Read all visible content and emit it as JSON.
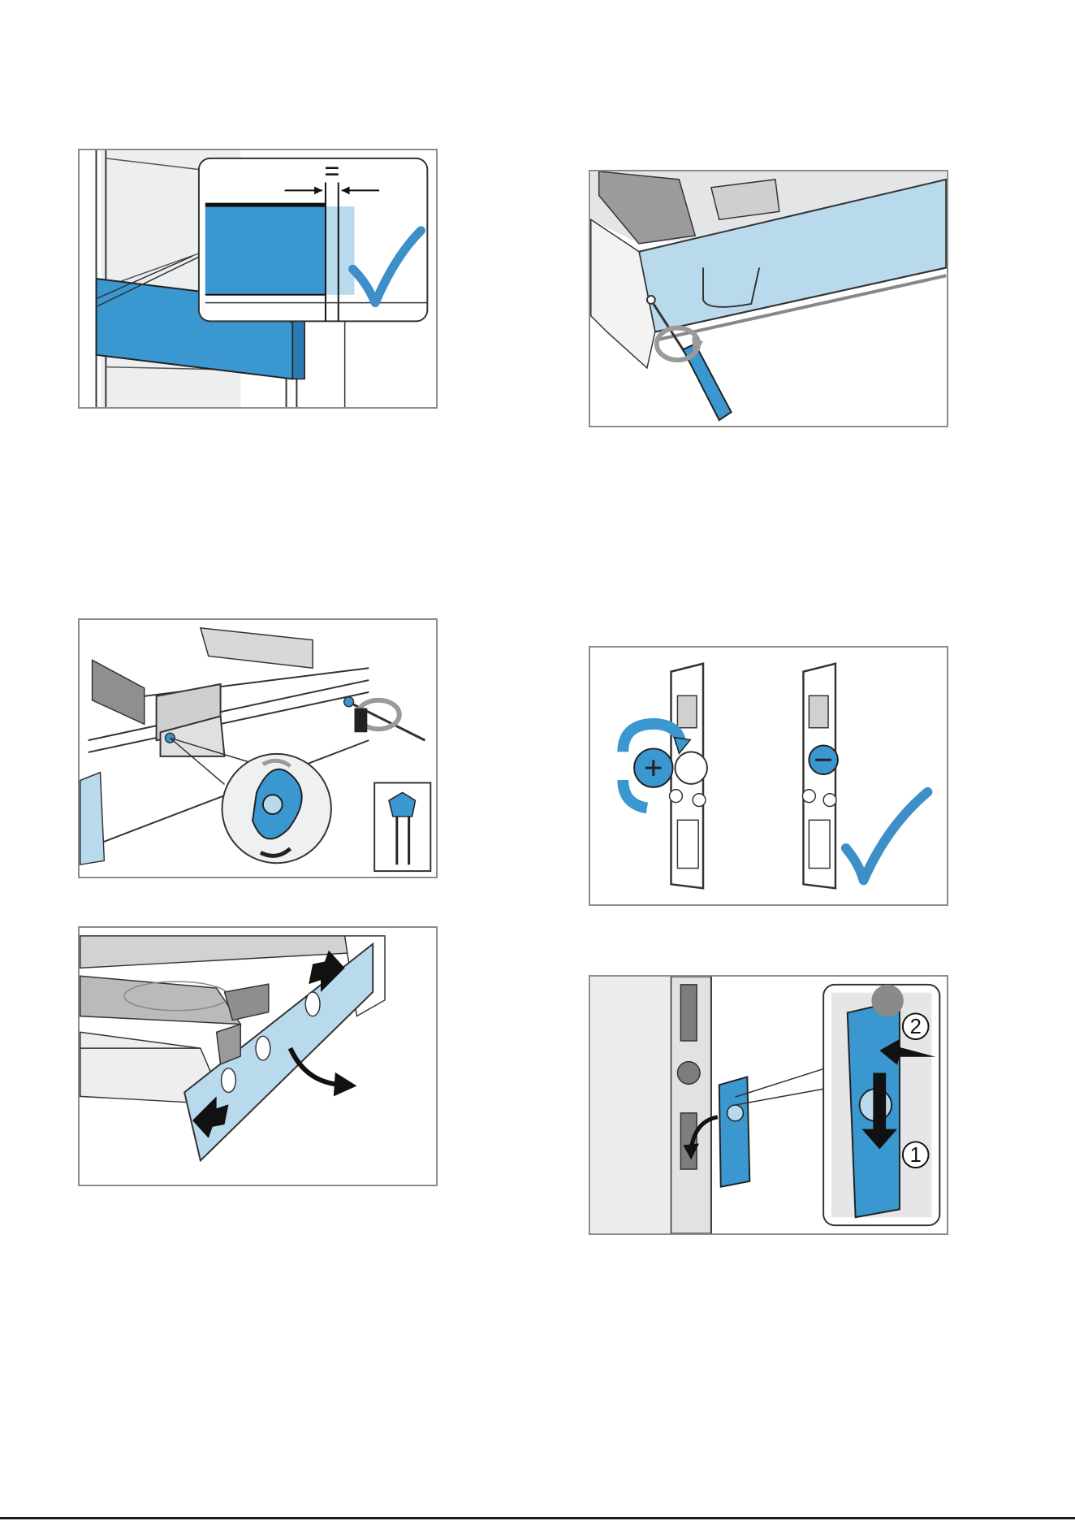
{
  "colors": {
    "accent_blue": "#3a97cf",
    "light_blue": "#b9d9ec",
    "frame_gray": "#8c8c8c",
    "surface_gray": "#e6e8ea",
    "dark_gray": "#6e6e6e",
    "check_blue": "#3e8ec8"
  },
  "figures": [
    {
      "id": "fig1",
      "icons": [
        "cabinet-icon",
        "front-panel-icon",
        "magnifier-callout-icon",
        "equal-gap-icon",
        "check-mark-icon"
      ]
    },
    {
      "id": "fig2",
      "icons": [
        "drawer-icon",
        "screwdriver-icon",
        "rotate-arrow-icon"
      ]
    },
    {
      "id": "fig3",
      "icons": [
        "drawer-icon",
        "bracket-icon",
        "screwdriver-icon",
        "cam-adjuster-icon",
        "torx-bit-icon"
      ]
    },
    {
      "id": "fig4",
      "icons": [
        "hinge-plate-icon",
        "adjust-screw-icon",
        "rotate-arrow-icon",
        "check-mark-icon"
      ]
    },
    {
      "id": "fig5",
      "icons": [
        "drawer-icon",
        "front-panel-icon",
        "direction-arrow-icon"
      ]
    },
    {
      "id": "fig6",
      "icons": [
        "rail-icon",
        "clip-icon",
        "magnifier-callout-icon",
        "push-arrow-icon"
      ]
    }
  ],
  "fig6": {
    "step_1": "1",
    "step_2": "2"
  }
}
